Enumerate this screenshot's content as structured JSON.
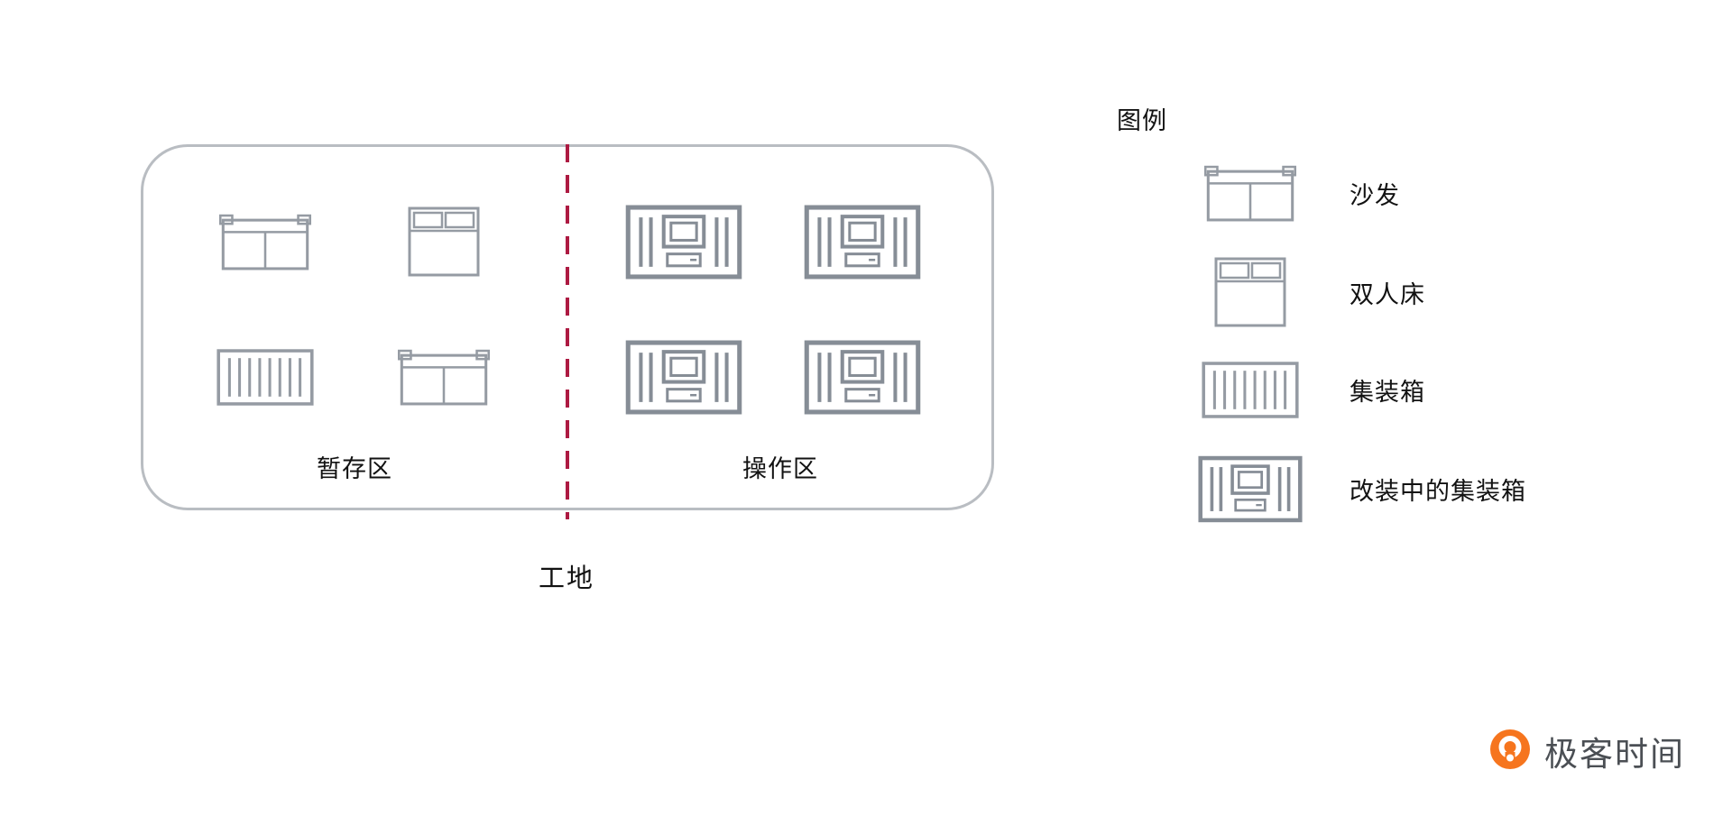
{
  "site": {
    "label": "工地",
    "zones": [
      {
        "name": "staging",
        "label": "暂存区",
        "items": [
          "sofa",
          "bed",
          "container",
          "sofa"
        ]
      },
      {
        "name": "operation",
        "label": "操作区",
        "items": [
          "container-mod",
          "container-mod",
          "container-mod",
          "container-mod"
        ]
      }
    ]
  },
  "legend": {
    "title": "图例",
    "items": [
      {
        "icon": "sofa",
        "label": "沙发"
      },
      {
        "icon": "bed",
        "label": "双人床"
      },
      {
        "icon": "container",
        "label": "集装箱"
      },
      {
        "icon": "container-mod",
        "label": "改装中的集装箱"
      }
    ]
  },
  "branding": {
    "name": "极客时间"
  },
  "colors": {
    "text": "#121212",
    "icon_stroke": "#959ba3",
    "icon_stroke_strong": "#868d96",
    "divider": "#ad1a42",
    "box_border": "#b9bdc2",
    "logo_orange": "#f6751e",
    "brand_text": "#4b4f54"
  }
}
